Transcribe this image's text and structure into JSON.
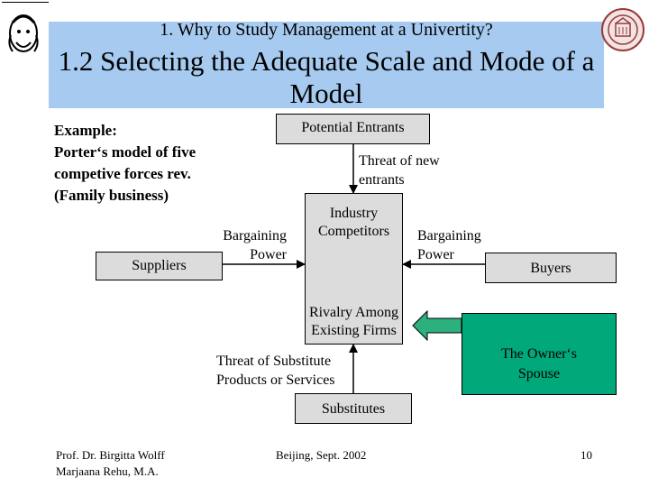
{
  "header": {
    "subtitle": "1. Why to Study Management at a Univertity?",
    "title": "1.2 Selecting the Adequate Scale and Mode of a Model"
  },
  "example": {
    "line1": "Example:",
    "line2": "Porter‘s model of five",
    "line3": "competive forces rev.",
    "line4": "(Family business)"
  },
  "diagram": {
    "potential_entrants": "Potential Entrants",
    "threat_new_line1": "Threat of new",
    "threat_new_line2": "entrants",
    "industry_line1": "Industry",
    "industry_line2": "Competitors",
    "rivalry_line1": "Rivalry Among",
    "rivalry_line2": "Existing Firms",
    "suppliers": "Suppliers",
    "bargaining_left_line1": "Bargaining",
    "bargaining_left_line2": "Power",
    "bargaining_right_line1": "Bargaining",
    "bargaining_right_line2": "Power",
    "buyers": "Buyers",
    "threat_sub_line1": "Threat of Substitute",
    "threat_sub_line2": "Products or Services",
    "substitutes": "Substitutes",
    "owner_line1": "The Owner‘s",
    "owner_line2": "Spouse"
  },
  "colors": {
    "title_band": "#a6caf0",
    "box_fill": "#dcdcdc",
    "owner_fill": "#00a87a",
    "arrow_fill": "#2bb07e"
  },
  "footer": {
    "author_line1": "Prof. Dr. Birgitta Wolff",
    "author_line2": "Marjaana Rehu, M.A.",
    "location": "Beijing, Sept. 2002",
    "page": "10"
  }
}
